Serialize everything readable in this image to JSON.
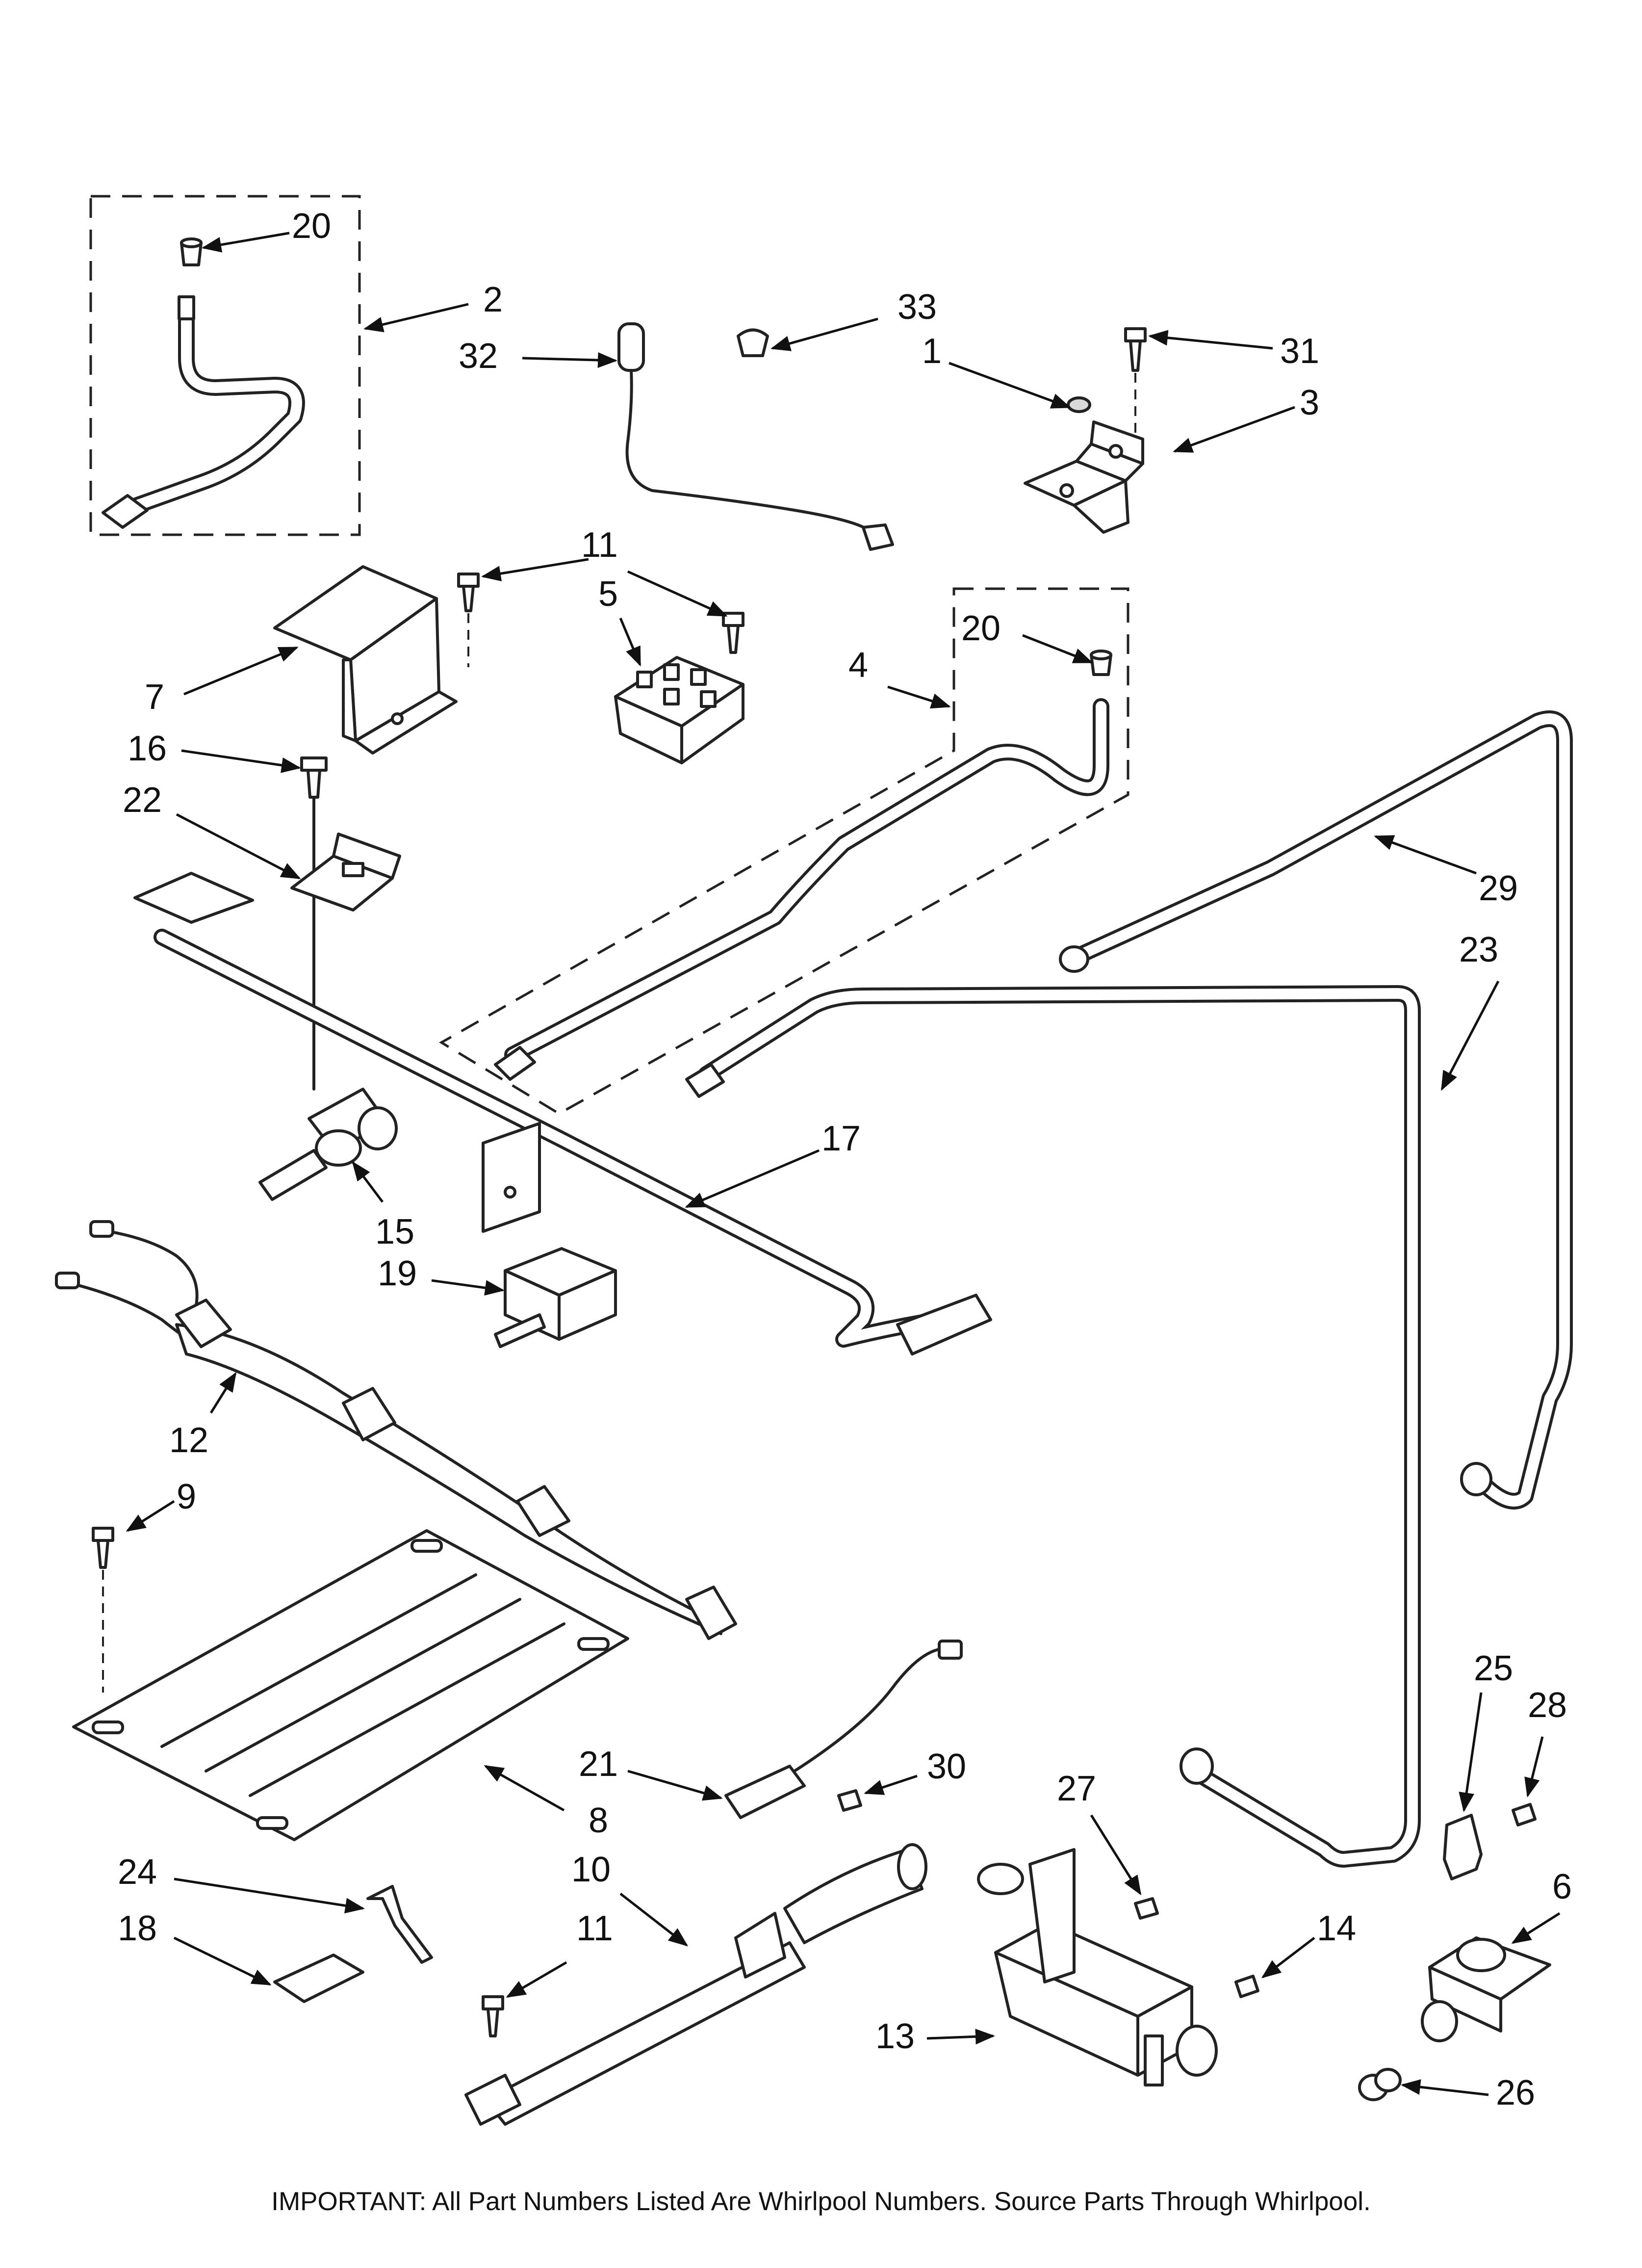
{
  "footer": "IMPORTANT: All Part Numbers Listed Are Whirlpool Numbers. Source Parts Through Whirlpool.",
  "callouts": [
    {
      "id": "c20a",
      "text": "20"
    },
    {
      "id": "c2",
      "text": "2"
    },
    {
      "id": "c32",
      "text": "32"
    },
    {
      "id": "c33",
      "text": "33"
    },
    {
      "id": "c1",
      "text": "1"
    },
    {
      "id": "c31",
      "text": "31"
    },
    {
      "id": "c3",
      "text": "3"
    },
    {
      "id": "c11a",
      "text": "11"
    },
    {
      "id": "c5",
      "text": "5"
    },
    {
      "id": "c7",
      "text": "7"
    },
    {
      "id": "c20b",
      "text": "20"
    },
    {
      "id": "c4",
      "text": "4"
    },
    {
      "id": "c16",
      "text": "16"
    },
    {
      "id": "c22",
      "text": "22"
    },
    {
      "id": "c29",
      "text": "29"
    },
    {
      "id": "c23",
      "text": "23"
    },
    {
      "id": "c17",
      "text": "17"
    },
    {
      "id": "c15",
      "text": "15"
    },
    {
      "id": "c19",
      "text": "19"
    },
    {
      "id": "c12",
      "text": "12"
    },
    {
      "id": "c9",
      "text": "9"
    },
    {
      "id": "c25",
      "text": "25"
    },
    {
      "id": "c28",
      "text": "28"
    },
    {
      "id": "c21",
      "text": "21"
    },
    {
      "id": "c30",
      "text": "30"
    },
    {
      "id": "c27",
      "text": "27"
    },
    {
      "id": "c8",
      "text": "8"
    },
    {
      "id": "c24",
      "text": "24"
    },
    {
      "id": "c10",
      "text": "10"
    },
    {
      "id": "c6",
      "text": "6"
    },
    {
      "id": "c18",
      "text": "18"
    },
    {
      "id": "c11b",
      "text": "11"
    },
    {
      "id": "c14",
      "text": "14"
    },
    {
      "id": "c13",
      "text": "13"
    },
    {
      "id": "c26",
      "text": "26"
    }
  ]
}
